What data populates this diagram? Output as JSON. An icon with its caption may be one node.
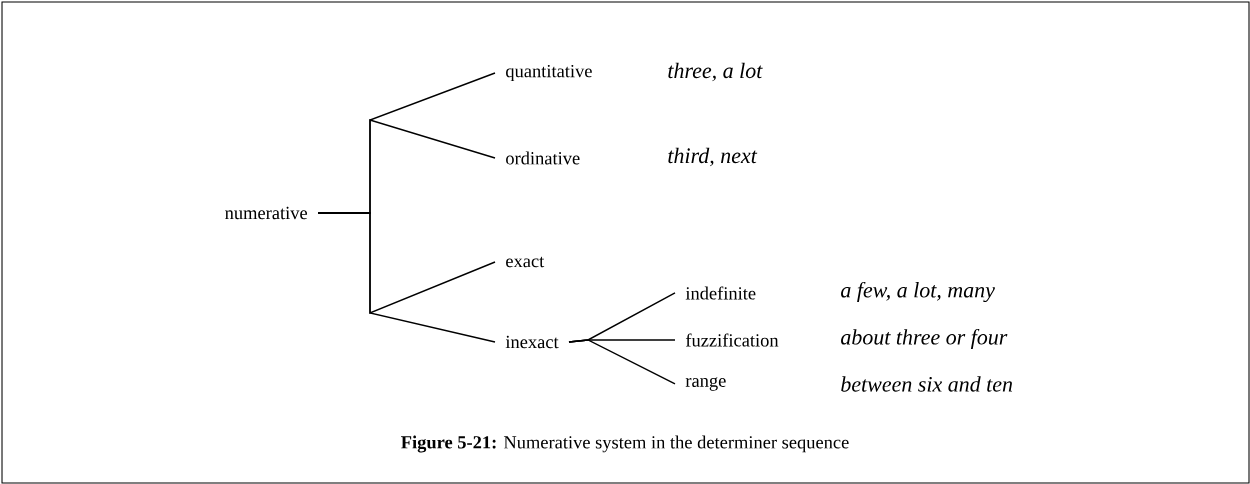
{
  "diagram": {
    "caption": "**Figure 5-21:** Numerative system in the determiner sequence",
    "nodes": [
      {
        "text": [
          "numerative"
        ]
      },
      {
        "text": [
          "quantitative"
        ]
      },
      {
        "text": [
          "ordinative"
        ]
      },
      {
        "text": [
          "exact"
        ]
      },
      {
        "text": [
          "inexact"
        ]
      },
      {
        "text": [
          "indefinite"
        ]
      },
      {
        "text": [
          "fuzzification"
        ]
      },
      {
        "text": [
          "range"
        ]
      }
    ],
    "labels": [
      "three, a lot",
      "third, next",
      "a few, a lot, many",
      "about three or four",
      "between six and ten"
    ],
    "edges": [
      {
        "from": 0,
        "to": 1,
        "arrow": "none"
      },
      {
        "from": 0,
        "to": 2,
        "arrow": "none"
      },
      {
        "from": 0,
        "to": 3,
        "arrow": "none"
      },
      {
        "from": 0,
        "to": 4,
        "arrow": "none"
      },
      {
        "from": 4,
        "to": 5,
        "arrow": "none"
      },
      {
        "from": 4,
        "to": 6,
        "arrow": "none"
      },
      {
        "from": 4,
        "to": 7,
        "arrow": "none"
      }
    ]
  }
}
